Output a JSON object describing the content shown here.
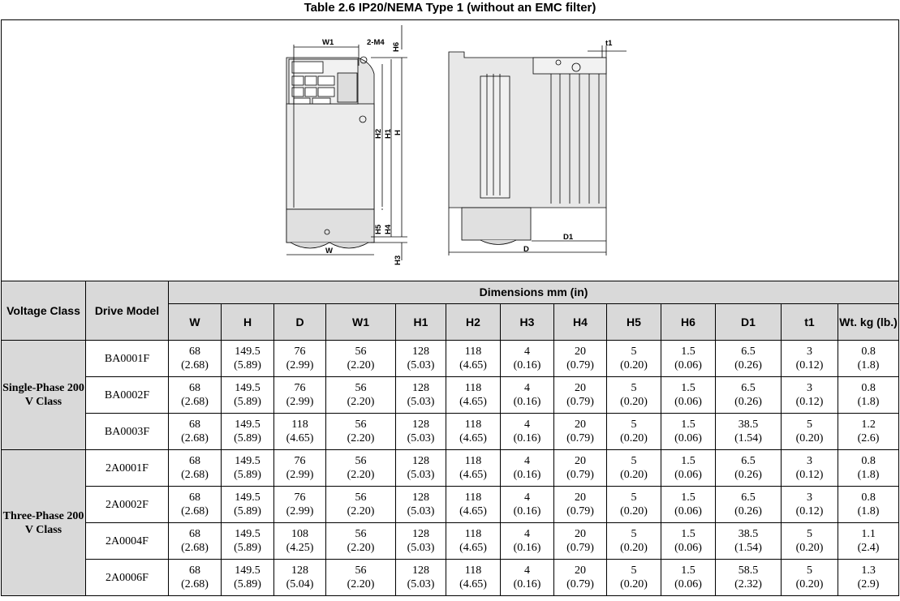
{
  "title": "Table 2.6  IP20/NEMA Type 1 (without an EMC filter)",
  "figure": {
    "front_labels": {
      "w1": "W1",
      "m4": "2-M4",
      "h6": "H6",
      "h2": "H2",
      "h1": "H1",
      "h": "H",
      "h5": "H5",
      "h4": "H4",
      "w": "W",
      "h3": "H3"
    },
    "side_labels": {
      "t1": "t1",
      "d1": "D1",
      "d": "D"
    }
  },
  "table": {
    "voltage_class_header": "Voltage Class",
    "drive_model_header": "Drive Model",
    "dimensions_header": "Dimensions mm (in)",
    "columns": [
      "W",
      "H",
      "D",
      "W1",
      "H1",
      "H2",
      "H3",
      "H4",
      "H5",
      "H6",
      "D1",
      "t1",
      "Wt. kg (lb.)"
    ],
    "groups": [
      {
        "voltage_class": "Single-Phase 200 V Class",
        "rows": [
          {
            "model": "BA0001F",
            "values": [
              [
                "68",
                "(2.68)"
              ],
              [
                "149.5",
                "(5.89)"
              ],
              [
                "76",
                "(2.99)"
              ],
              [
                "56",
                "(2.20)"
              ],
              [
                "128",
                "(5.03)"
              ],
              [
                "118",
                "(4.65)"
              ],
              [
                "4",
                "(0.16)"
              ],
              [
                "20",
                "(0.79)"
              ],
              [
                "5",
                "(0.20)"
              ],
              [
                "1.5",
                "(0.06)"
              ],
              [
                "6.5",
                "(0.26)"
              ],
              [
                "3",
                "(0.12)"
              ],
              [
                "0.8",
                "(1.8)"
              ]
            ]
          },
          {
            "model": "BA0002F",
            "values": [
              [
                "68",
                "(2.68)"
              ],
              [
                "149.5",
                "(5.89)"
              ],
              [
                "76",
                "(2.99)"
              ],
              [
                "56",
                "(2.20)"
              ],
              [
                "128",
                "(5.03)"
              ],
              [
                "118",
                "(4.65)"
              ],
              [
                "4",
                "(0.16)"
              ],
              [
                "20",
                "(0.79)"
              ],
              [
                "5",
                "(0.20)"
              ],
              [
                "1.5",
                "(0.06)"
              ],
              [
                "6.5",
                "(0.26)"
              ],
              [
                "3",
                "(0.12)"
              ],
              [
                "0.8",
                "(1.8)"
              ]
            ]
          },
          {
            "model": "BA0003F",
            "values": [
              [
                "68",
                "(2.68)"
              ],
              [
                "149.5",
                "(5.89)"
              ],
              [
                "118",
                "(4.65)"
              ],
              [
                "56",
                "(2.20)"
              ],
              [
                "128",
                "(5.03)"
              ],
              [
                "118",
                "(4.65)"
              ],
              [
                "4",
                "(0.16)"
              ],
              [
                "20",
                "(0.79)"
              ],
              [
                "5",
                "(0.20)"
              ],
              [
                "1.5",
                "(0.06)"
              ],
              [
                "38.5",
                "(1.54)"
              ],
              [
                "5",
                "(0.20)"
              ],
              [
                "1.2",
                "(2.6)"
              ]
            ]
          }
        ]
      },
      {
        "voltage_class": "Three-Phase 200 V Class",
        "rows": [
          {
            "model": "2A0001F",
            "values": [
              [
                "68",
                "(2.68)"
              ],
              [
                "149.5",
                "(5.89)"
              ],
              [
                "76",
                "(2.99)"
              ],
              [
                "56",
                "(2.20)"
              ],
              [
                "128",
                "(5.03)"
              ],
              [
                "118",
                "(4.65)"
              ],
              [
                "4",
                "(0.16)"
              ],
              [
                "20",
                "(0.79)"
              ],
              [
                "5",
                "(0.20)"
              ],
              [
                "1.5",
                "(0.06)"
              ],
              [
                "6.5",
                "(0.26)"
              ],
              [
                "3",
                "(0.12)"
              ],
              [
                "0.8",
                "(1.8)"
              ]
            ]
          },
          {
            "model": "2A0002F",
            "values": [
              [
                "68",
                "(2.68)"
              ],
              [
                "149.5",
                "(5.89)"
              ],
              [
                "76",
                "(2.99)"
              ],
              [
                "56",
                "(2.20)"
              ],
              [
                "128",
                "(5.03)"
              ],
              [
                "118",
                "(4.65)"
              ],
              [
                "4",
                "(0.16)"
              ],
              [
                "20",
                "(0.79)"
              ],
              [
                "5",
                "(0.20)"
              ],
              [
                "1.5",
                "(0.06)"
              ],
              [
                "6.5",
                "(0.26)"
              ],
              [
                "3",
                "(0.12)"
              ],
              [
                "0.8",
                "(1.8)"
              ]
            ]
          },
          {
            "model": "2A0004F",
            "values": [
              [
                "68",
                "(2.68)"
              ],
              [
                "149.5",
                "(5.89)"
              ],
              [
                "108",
                "(4.25)"
              ],
              [
                "56",
                "(2.20)"
              ],
              [
                "128",
                "(5.03)"
              ],
              [
                "118",
                "(4.65)"
              ],
              [
                "4",
                "(0.16)"
              ],
              [
                "20",
                "(0.79)"
              ],
              [
                "5",
                "(0.20)"
              ],
              [
                "1.5",
                "(0.06)"
              ],
              [
                "38.5",
                "(1.54)"
              ],
              [
                "5",
                "(0.20)"
              ],
              [
                "1.1",
                "(2.4)"
              ]
            ]
          },
          {
            "model": "2A0006F",
            "values": [
              [
                "68",
                "(2.68)"
              ],
              [
                "149.5",
                "(5.89)"
              ],
              [
                "128",
                "(5.04)"
              ],
              [
                "56",
                "(2.20)"
              ],
              [
                "128",
                "(5.03)"
              ],
              [
                "118",
                "(4.65)"
              ],
              [
                "4",
                "(0.16)"
              ],
              [
                "20",
                "(0.79)"
              ],
              [
                "5",
                "(0.20)"
              ],
              [
                "1.5",
                "(0.06)"
              ],
              [
                "58.5",
                "(2.32)"
              ],
              [
                "5",
                "(0.20)"
              ],
              [
                "1.3",
                "(2.9)"
              ]
            ]
          }
        ]
      }
    ]
  }
}
